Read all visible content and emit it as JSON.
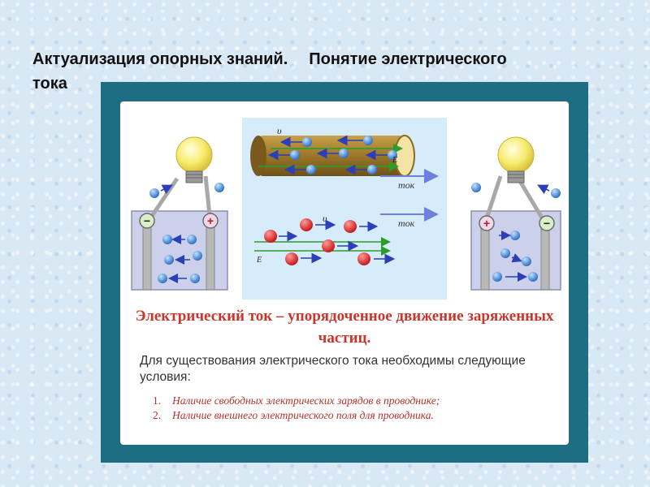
{
  "slide": {
    "title_part1": "Актуализация опорных знаний.",
    "title_part2": "Понятие электрического тока"
  },
  "figure": {
    "velocity_label": "υ",
    "field_label": "E",
    "current_label": "ток",
    "plus_sign": "+",
    "minus_sign": "−"
  },
  "definition": "Электрический ток – упорядоченное движение заряженных частиц.",
  "conditions": {
    "intro": "Для существования электрического тока необходимы следующие условия:",
    "items": [
      {
        "num": "1.",
        "text": "Наличие свободных электрических зарядов в проводнике;"
      },
      {
        "num": "2.",
        "text": "Наличие внешнего электрического поля для проводника."
      }
    ]
  },
  "colors": {
    "frame": "#1d6e82",
    "definition_red": "#c9372c",
    "electron_blue": "#3a7bd5",
    "ion_red": "#d9262a"
  }
}
